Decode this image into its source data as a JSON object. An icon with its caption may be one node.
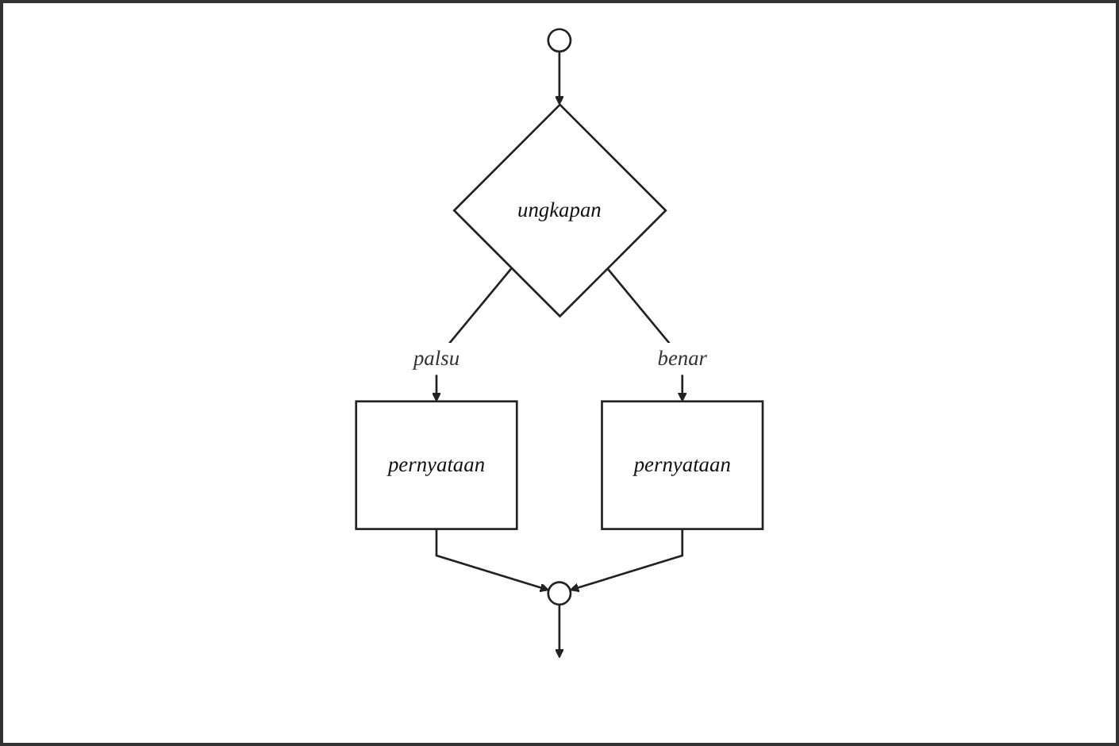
{
  "diagram": {
    "nodes": [
      {
        "text": [],
        "shape": "circle"
      },
      {
        "text": [
          "ungkapan"
        ]
      },
      {
        "text": [
          "pernyataan"
        ]
      },
      {
        "text": [
          "pernyataan"
        ]
      },
      {
        "text": [],
        "shape": "circle"
      }
    ],
    "edges": [
      {
        "from": 0,
        "to": 1,
        "arrow": "to"
      },
      {
        "from": 1,
        "to": 2,
        "label": "palsu",
        "arrow": "to"
      },
      {
        "from": 1,
        "to": 3,
        "label": "benar",
        "arrow": "to"
      },
      {
        "from": 2,
        "to": 4,
        "arrow": "to"
      },
      {
        "from": 3,
        "to": 4,
        "arrow": "to"
      },
      {
        "from": 4,
        "to": null,
        "arrow": "to"
      }
    ]
  }
}
